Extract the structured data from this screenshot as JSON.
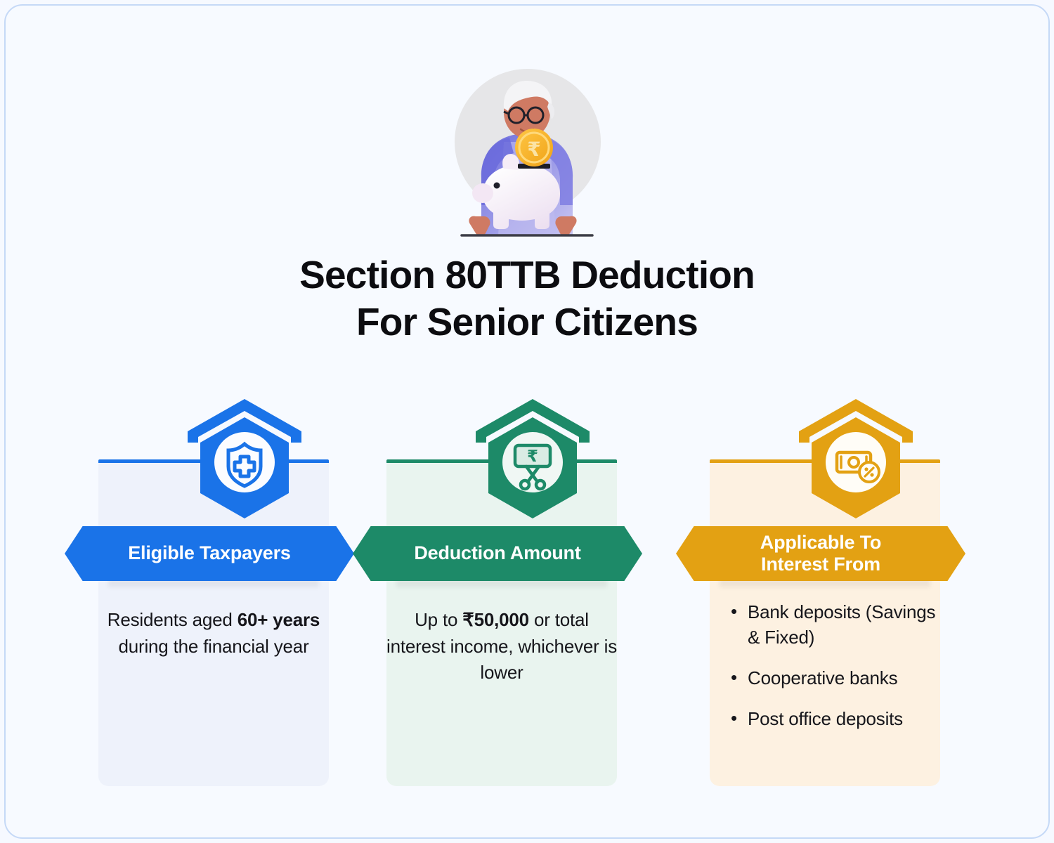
{
  "theme": {
    "page_bg": "#f7faff",
    "frame_border": "#c5d9f7",
    "blue": "#1a73e8",
    "green": "#1d8a68",
    "amber": "#e3a113",
    "blue_panel": "#eef2fb",
    "green_panel": "#e9f4ef",
    "amber_panel": "#fdf1e1",
    "title_color": "#0c0c10"
  },
  "hero": {
    "icon": "senior-citizen-with-piggy-bank-illustration",
    "coin_symbol": "₹"
  },
  "title": {
    "line1": "Section 80TTB Deduction",
    "line2": "For Senior Citizens"
  },
  "cards": [
    {
      "id": "eligible-taxpayers",
      "icon": "shield-cross-icon",
      "banner_label": "Eligible Taxpayers",
      "accent": "#1a73e8",
      "panel": "#eef2fb",
      "body_prefix": "Residents aged ",
      "body_bold": "60+ years",
      "body_suffix": " during the financial year"
    },
    {
      "id": "deduction-amount",
      "icon": "rupee-note-scissors-icon",
      "banner_label": "Deduction Amount",
      "accent": "#1d8a68",
      "panel": "#e9f4ef",
      "body_prefix": "Up to ",
      "body_bold": "₹50,000",
      "body_suffix": " or total interest income, whichever is lower"
    },
    {
      "id": "applicable-to-interest-from",
      "icon": "banknote-percent-icon",
      "banner_label_line1": "Applicable To",
      "banner_label_line2": "Interest From",
      "accent": "#e3a113",
      "panel": "#fdf1e1",
      "bullets": [
        "Bank deposits (Savings & Fixed)",
        "Cooperative banks",
        "Post office deposits"
      ]
    }
  ]
}
